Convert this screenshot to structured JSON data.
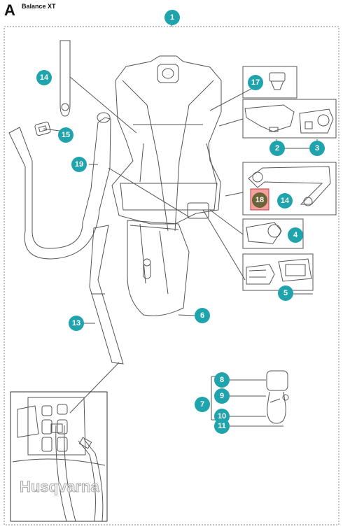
{
  "header": {
    "letter": "A",
    "title": "Balance XT"
  },
  "callouts": {
    "c1": "1",
    "c2": "2",
    "c3": "3",
    "c4": "4",
    "c5": "5",
    "c6": "6",
    "c7": "7",
    "c8": "8",
    "c9": "9",
    "c10": "10",
    "c11": "11",
    "c13": "13",
    "c14a": "14",
    "c14b": "14",
    "c15": "15",
    "c17": "17",
    "c18": "18",
    "c19": "19"
  },
  "brand": {
    "logo_text": "Husqvarna"
  },
  "colors": {
    "callout": "#1fa3ad",
    "highlight_fill": "#f2a0a0",
    "highlight_border": "#c43e3e",
    "highlight_callout": "#6b6436"
  }
}
